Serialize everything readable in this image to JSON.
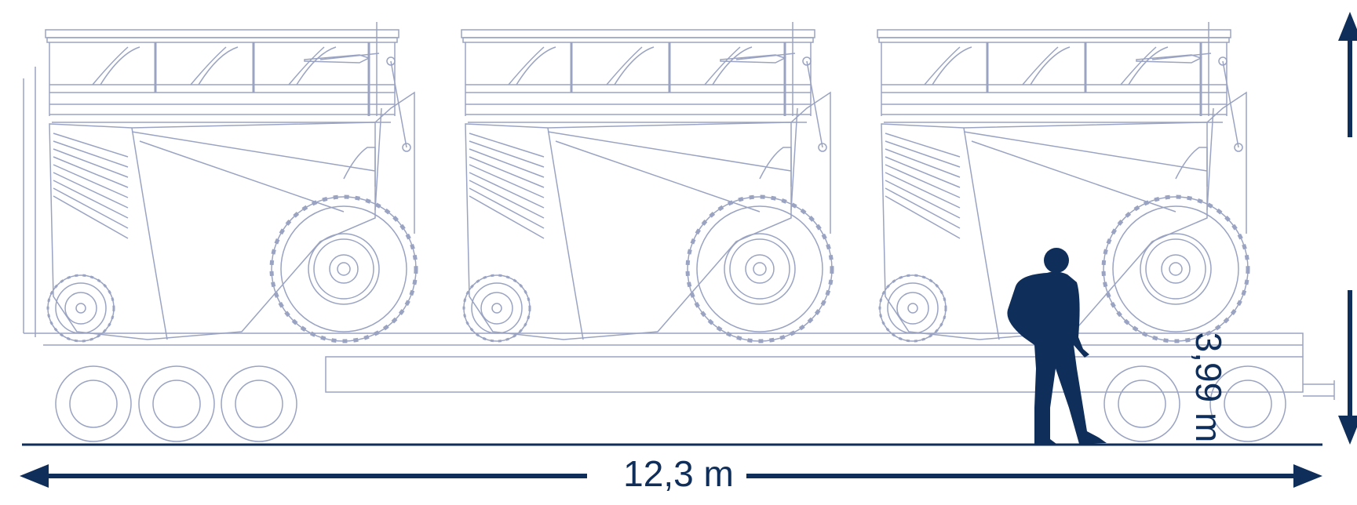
{
  "dimensions": {
    "length_label": "12,3 m",
    "height_label": "3,99 m"
  },
  "colors": {
    "line_art": "#9aa4c2",
    "dark_blue": "#0f2e5a",
    "background": "#ffffff"
  },
  "machines": {
    "count": 3
  },
  "icons": {
    "person": "person-silhouette-icon",
    "arrow_left": "arrow-left-icon",
    "arrow_right": "arrow-right-icon",
    "arrow_up": "arrow-up-icon",
    "arrow_down": "arrow-down-icon"
  }
}
